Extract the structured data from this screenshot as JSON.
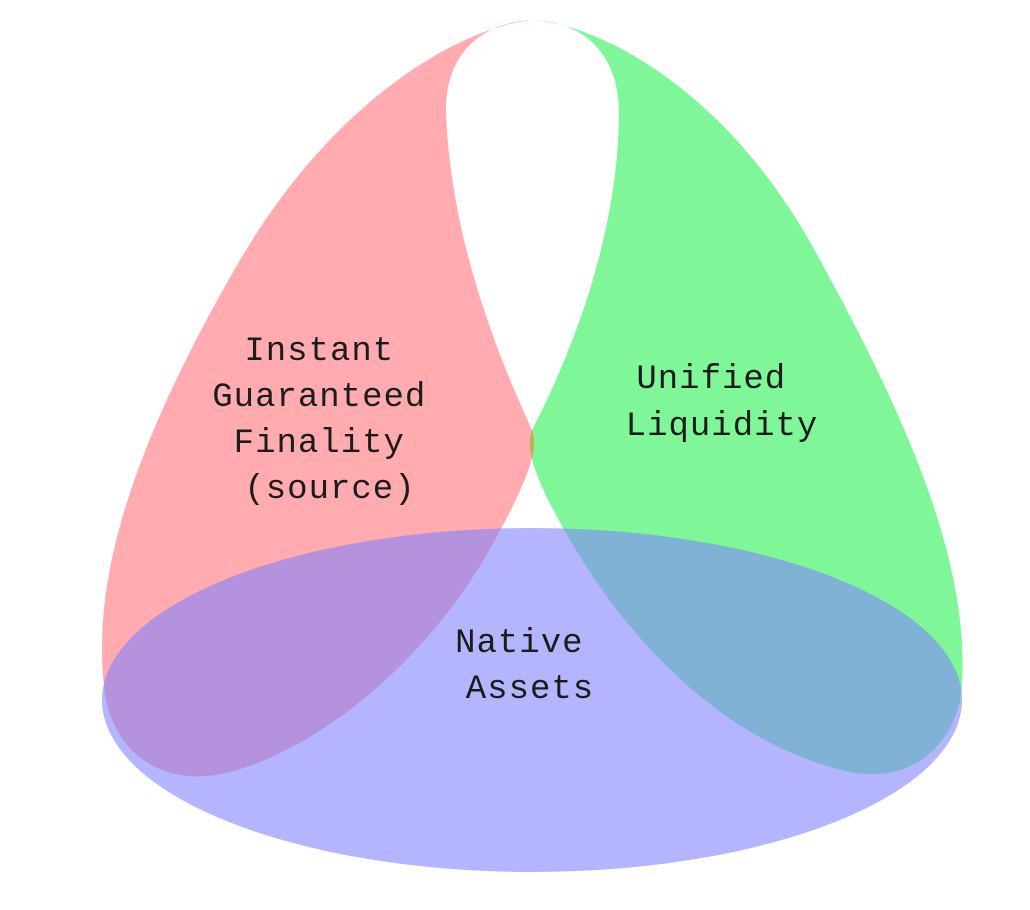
{
  "diagram": {
    "sets": [
      {
        "id": "red",
        "lines": [
          "Instant",
          "Guaranteed",
          "Finality",
          "(source)"
        ],
        "color": "#ff6f75"
      },
      {
        "id": "green",
        "lines": [
          "Unified",
          "Liquidity"
        ],
        "color": "#22f24e"
      },
      {
        "id": "blue",
        "lines": [
          "Native",
          "Assets"
        ],
        "color": "#7f7fff"
      }
    ],
    "colors": {
      "background": "#ffffff",
      "text": "#1c1c1c"
    }
  }
}
